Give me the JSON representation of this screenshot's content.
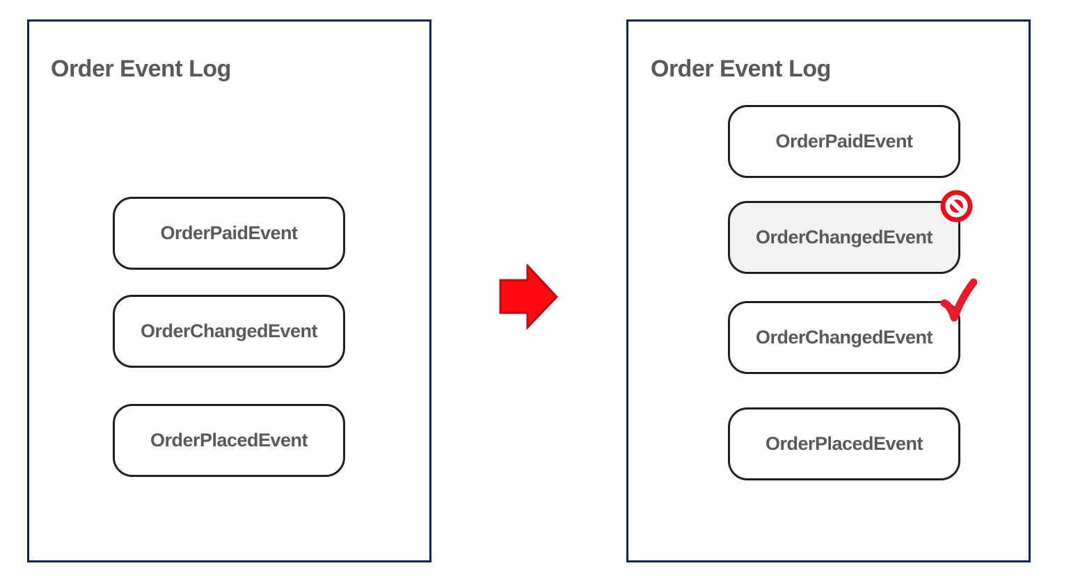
{
  "diagram": {
    "kind": "before-after-event-log",
    "colors": {
      "panel_border": "#0e2350",
      "background": "#ffffff",
      "box_border": "#1f1f1f",
      "box_background": "#ffffff",
      "box_background_disabled": "#f2f2f2",
      "text_gray": "#595959",
      "arrow_fill": "#fb0a0f",
      "arrow_stroke": "#b50d12",
      "prohibition_red": "#e8101c",
      "check_red": "#ea1a2b"
    },
    "left_panel": {
      "title": "Order Event Log",
      "events": [
        {
          "label": "OrderPaidEvent",
          "status": "normal"
        },
        {
          "label": "OrderChangedEvent",
          "status": "normal"
        },
        {
          "label": "OrderPlacedEvent",
          "status": "normal"
        }
      ]
    },
    "arrow": {
      "icon": "right-block-arrow",
      "direction": "right"
    },
    "right_panel": {
      "title": "Order Event Log",
      "events": [
        {
          "label": "OrderPaidEvent",
          "status": "normal"
        },
        {
          "label": "OrderChangedEvent",
          "status": "rejected",
          "badge_icon": "prohibition-icon"
        },
        {
          "label": "OrderChangedEvent",
          "status": "accepted",
          "badge_icon": "checkmark-icon"
        },
        {
          "label": "OrderPlacedEvent",
          "status": "normal"
        }
      ]
    }
  }
}
